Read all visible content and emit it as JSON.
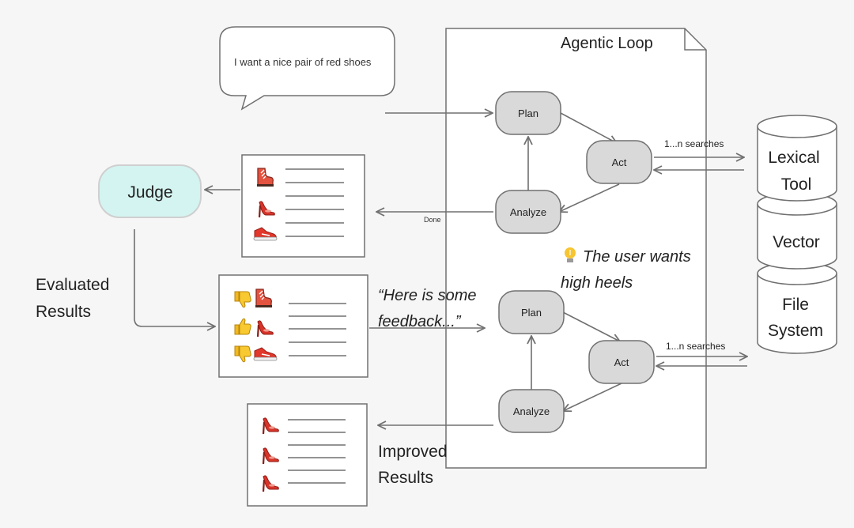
{
  "bubble": {
    "text": "I want a nice pair of red shoes"
  },
  "loop": {
    "title": "Agentic Loop"
  },
  "nodes": {
    "plan": "Plan",
    "act": "Act",
    "analyze": "Analyze",
    "judge": "Judge"
  },
  "labels": {
    "searches": "1...n searches",
    "done": "Done",
    "evaluated_line1": "Evaluated",
    "evaluated_line2": "Results",
    "improved_line1": "Improved",
    "improved_line2": "Results",
    "feedback_line1": "“Here is some",
    "feedback_line2": "feedback...”",
    "insight_line1": "The user wants",
    "insight_line2": "high heels"
  },
  "tools": [
    {
      "line1": "Lexical",
      "line2": "Tool"
    },
    {
      "line1": "Vector",
      "line2": ""
    },
    {
      "line1": "File",
      "line2": "System"
    }
  ],
  "icons": {
    "boot": "boot-icon",
    "heel": "high-heel-icon",
    "sneaker": "sneaker-icon",
    "thumbs_up": "thumbs-up-icon",
    "thumbs_down": "thumbs-down-icon",
    "bulb": "lightbulb-icon"
  },
  "colors": {
    "background": "#f6f6f6",
    "node_fill": "#d9d9d9",
    "judge_fill": "#d4f4f1",
    "line": "#707070",
    "thumb": "#f2b820",
    "shoe": "#d8342a"
  }
}
